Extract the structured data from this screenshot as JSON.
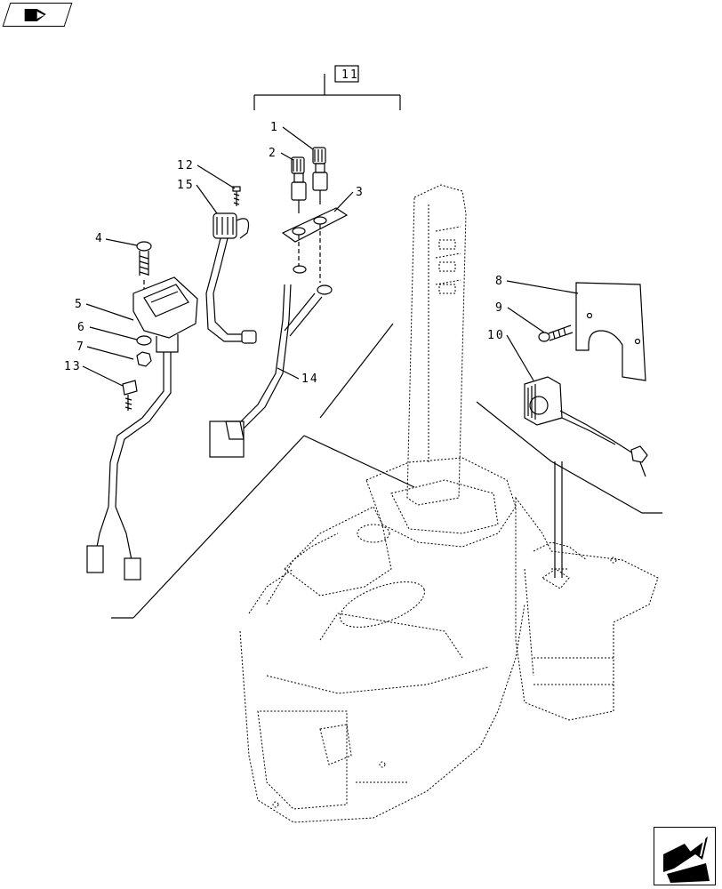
{
  "nav": {
    "top_icon": "book-arrow-icon",
    "bottom_icon": "next-page-arrow-icon"
  },
  "callouts": {
    "group": "11",
    "c1": "1",
    "c2": "2",
    "c3": "3",
    "c4": "4",
    "c5": "5",
    "c6": "6",
    "c7": "7",
    "c8": "8",
    "c9": "9",
    "c10": "10",
    "c12": "12",
    "c13": "13",
    "c14": "14",
    "c15": "15"
  }
}
